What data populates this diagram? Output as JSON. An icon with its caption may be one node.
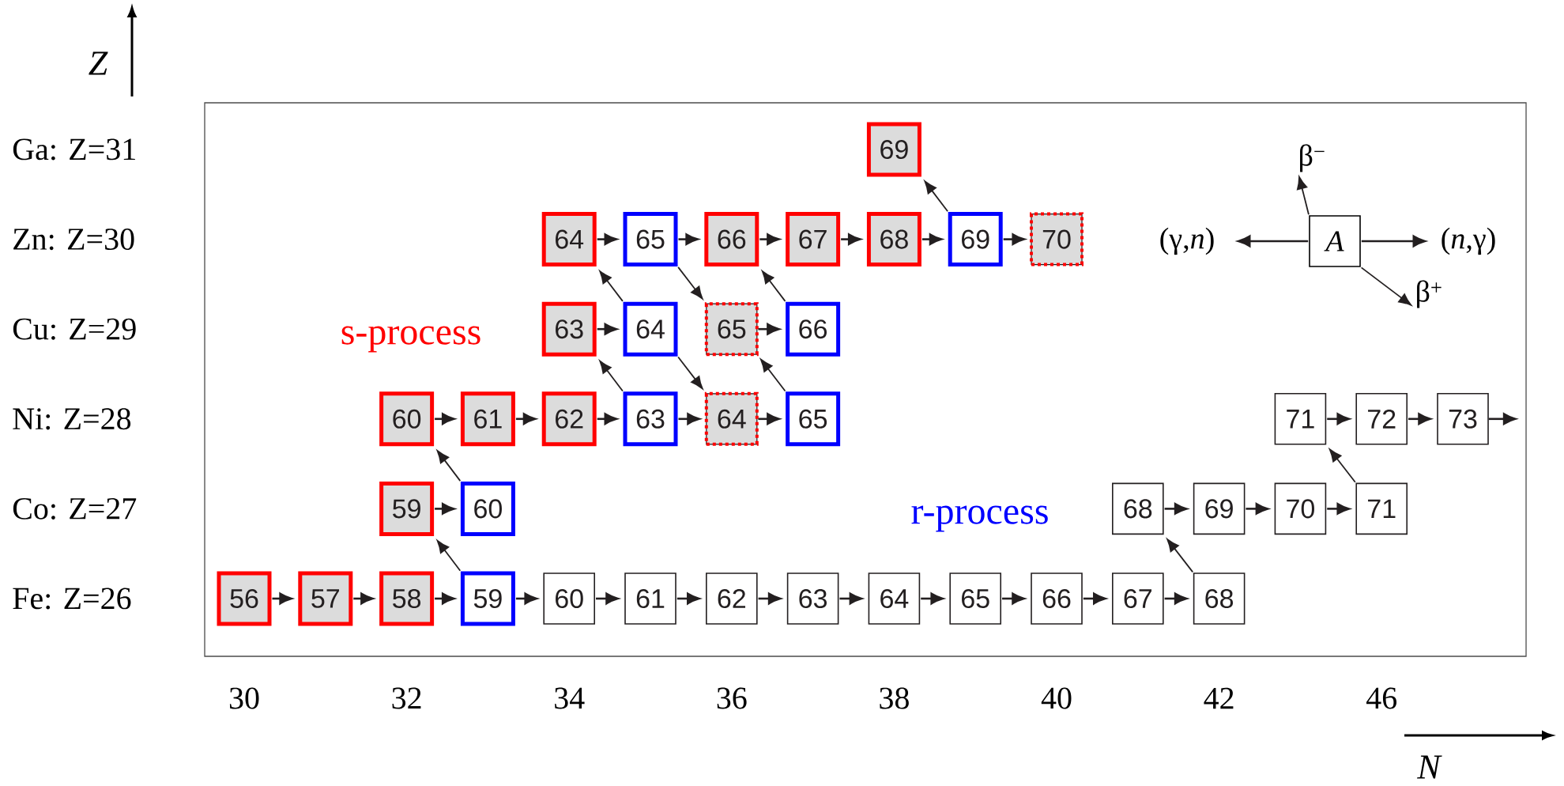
{
  "diagram": {
    "nodes": [
      {
        "text": [
          "69"
        ]
      },
      {
        "text": [
          "64"
        ]
      },
      {
        "text": [
          "65"
        ]
      },
      {
        "text": [
          "66"
        ]
      },
      {
        "text": [
          "67"
        ]
      },
      {
        "text": [
          "68"
        ]
      },
      {
        "text": [
          "69"
        ]
      },
      {
        "text": [
          "70"
        ]
      },
      {
        "text": [
          "63"
        ]
      },
      {
        "text": [
          "64"
        ]
      },
      {
        "text": [
          "65"
        ]
      },
      {
        "text": [
          "66"
        ]
      },
      {
        "text": [
          "60"
        ]
      },
      {
        "text": [
          "61"
        ]
      },
      {
        "text": [
          "62"
        ]
      },
      {
        "text": [
          "63"
        ]
      },
      {
        "text": [
          "64"
        ]
      },
      {
        "text": [
          "65"
        ]
      },
      {
        "text": [
          "71"
        ]
      },
      {
        "text": [
          "72"
        ]
      },
      {
        "text": [
          "73"
        ]
      },
      {
        "text": [
          "59"
        ]
      },
      {
        "text": [
          "60"
        ]
      },
      {
        "text": [
          "68"
        ]
      },
      {
        "text": [
          "69"
        ]
      },
      {
        "text": [
          "70"
        ]
      },
      {
        "text": [
          "71"
        ]
      },
      {
        "text": [
          "56"
        ]
      },
      {
        "text": [
          "57"
        ]
      },
      {
        "text": [
          "58"
        ]
      },
      {
        "text": [
          "59"
        ]
      },
      {
        "text": [
          "60"
        ]
      },
      {
        "text": [
          "61"
        ]
      },
      {
        "text": [
          "62"
        ]
      },
      {
        "text": [
          "63"
        ]
      },
      {
        "text": [
          "64"
        ]
      },
      {
        "text": [
          "65"
        ]
      },
      {
        "text": [
          "66"
        ]
      },
      {
        "text": [
          "67"
        ]
      },
      {
        "text": [
          "68"
        ]
      },
      {
        "text": [
          "β$^{−}$"
        ]
      },
      {
        "text": [
          "(γ,*n*)"
        ]
      },
      {
        "text": [
          "A"
        ]
      },
      {
        "text": [
          "(*n*,γ)"
        ]
      },
      {
        "text": [
          "β$^{+}$"
        ]
      }
    ],
    "edges": [
      {
        "from": 27,
        "to": 28,
        "arrow": "to"
      },
      {
        "from": 28,
        "to": 29,
        "arrow": "to"
      },
      {
        "from": 29,
        "to": 30,
        "arrow": "to"
      },
      {
        "from": 30,
        "to": 31,
        "arrow": "to"
      },
      {
        "from": 31,
        "to": 32,
        "arrow": "to"
      },
      {
        "from": 32,
        "to": 33,
        "arrow": "to"
      },
      {
        "from": 33,
        "to": 34,
        "arrow": "to"
      },
      {
        "from": 34,
        "to": 35,
        "arrow": "to"
      },
      {
        "from": 35,
        "to": 36,
        "arrow": "to"
      },
      {
        "from": 36,
        "to": 37,
        "arrow": "to"
      },
      {
        "from": 37,
        "to": 38,
        "arrow": "to"
      },
      {
        "from": 38,
        "to": 39,
        "arrow": "to"
      },
      {
        "from": 30,
        "to": 21,
        "arrow": "to"
      },
      {
        "from": 21,
        "to": 22,
        "arrow": "to"
      },
      {
        "from": 22,
        "to": 12,
        "arrow": "to"
      },
      {
        "from": 12,
        "to": 13,
        "arrow": "to"
      },
      {
        "from": 13,
        "to": 14,
        "arrow": "to"
      },
      {
        "from": 14,
        "to": 15,
        "arrow": "to"
      },
      {
        "from": 15,
        "to": 16,
        "arrow": "to"
      },
      {
        "from": 16,
        "to": 17,
        "arrow": "to"
      },
      {
        "from": 15,
        "to": 8,
        "arrow": "to"
      },
      {
        "from": 17,
        "to": 10,
        "arrow": "to"
      },
      {
        "from": 8,
        "to": 9,
        "arrow": "to"
      },
      {
        "from": 10,
        "to": 11,
        "arrow": "to"
      },
      {
        "from": 9,
        "to": 16,
        "arrow": "to"
      },
      {
        "from": 9,
        "to": 1,
        "arrow": "to"
      },
      {
        "from": 2,
        "to": 10,
        "arrow": "to"
      },
      {
        "from": 11,
        "to": 3,
        "arrow": "to"
      },
      {
        "from": 1,
        "to": 2,
        "arrow": "to"
      },
      {
        "from": 2,
        "to": 3,
        "arrow": "to"
      },
      {
        "from": 3,
        "to": 4,
        "arrow": "to"
      },
      {
        "from": 4,
        "to": 5,
        "arrow": "to"
      },
      {
        "from": 5,
        "to": 6,
        "arrow": "to"
      },
      {
        "from": 6,
        "to": 7,
        "arrow": "to"
      },
      {
        "from": 6,
        "to": 0,
        "arrow": "to"
      },
      {
        "from": 39,
        "to": 23,
        "arrow": "to"
      },
      {
        "from": 23,
        "to": 24,
        "arrow": "to"
      },
      {
        "from": 24,
        "to": 25,
        "arrow": "to"
      },
      {
        "from": 25,
        "to": 26,
        "arrow": "to"
      },
      {
        "from": 26,
        "to": 18,
        "arrow": "to"
      },
      {
        "from": 18,
        "to": 19,
        "arrow": "to"
      },
      {
        "from": 19,
        "to": 20,
        "arrow": "to"
      },
      {
        "from": 20,
        "to": null,
        "arrow": "to"
      },
      {
        "from": 42,
        "to": 40,
        "arrow": "to"
      },
      {
        "from": 42,
        "to": 41,
        "arrow": "to"
      },
      {
        "from": 42,
        "to": 43,
        "arrow": "to"
      },
      {
        "from": 42,
        "to": 44,
        "arrow": "to"
      }
    ],
    "labels": [
      "Z",
      "Ga: Z=31",
      "Zn: Z=30",
      "Cu: Z=29",
      "s-process",
      "Ni: Z=28",
      "Co: Z=27",
      "r-process",
      "Fe: Z=26",
      "30",
      "32",
      "34",
      "36",
      "38",
      "40",
      "42",
      "46",
      "N"
    ]
  }
}
